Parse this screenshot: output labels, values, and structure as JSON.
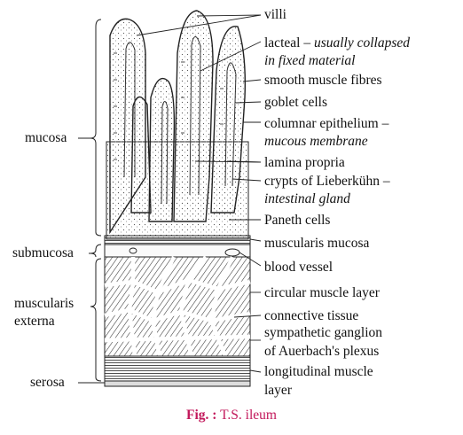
{
  "left_labels": {
    "mucosa": "mucosa",
    "submucosa": "submucosa",
    "muscularis_line1": "muscularis",
    "muscularis_line2": "externa",
    "serosa": "serosa"
  },
  "right_labels": {
    "villi": "villi",
    "lacteal": "lacteal –",
    "lacteal_note_1": "usually collapsed",
    "lacteal_note_2": "in fixed material",
    "smooth_muscle": "smooth muscle fibres",
    "goblet": "goblet cells",
    "columnar": "columnar epithelium –",
    "columnar_note": "mucous membrane",
    "lamina": "lamina propria",
    "crypts": "crypts of Lieberkühn –",
    "crypts_note": "intestinal gland",
    "paneth": "Paneth cells",
    "muscularis_mucosa": "muscularis mucosa",
    "blood_vessel": "blood vessel",
    "circular": "circular muscle layer",
    "connective": "connective tissue",
    "sympathetic_1": "sympathetic ganglion",
    "sympathetic_2": "of Auerbach's plexus",
    "longitudinal_1": "longitudinal muscle",
    "longitudinal_2": "layer"
  },
  "caption": {
    "prefix": "Fig. :",
    "text": "T.S. ileum"
  },
  "colors": {
    "caption": "#c2185b",
    "ink": "#111111"
  }
}
